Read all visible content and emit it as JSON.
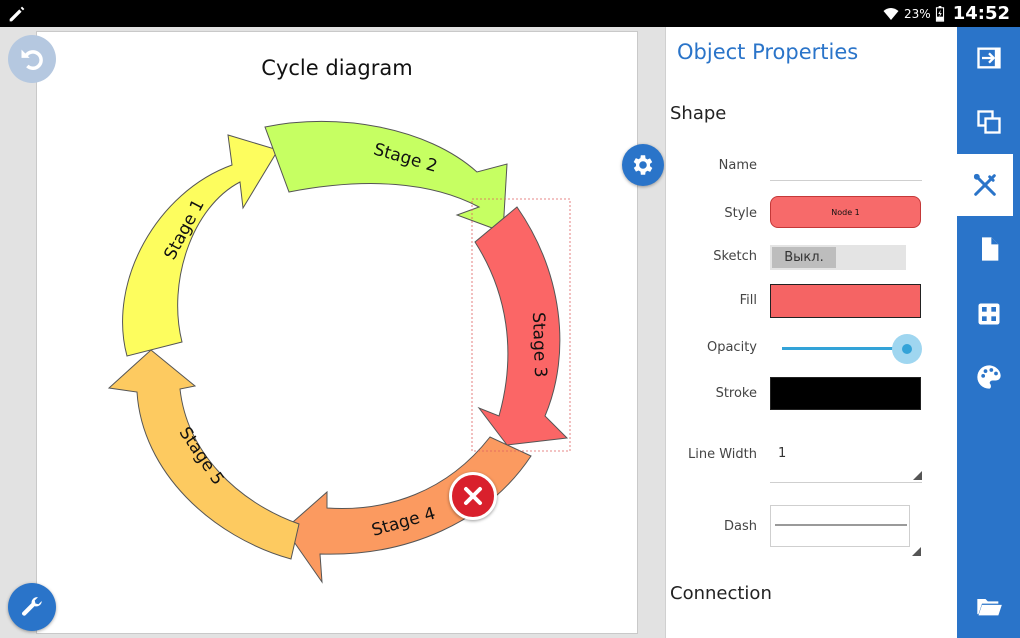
{
  "status_bar": {
    "battery_percent": "23%",
    "time": "14:52"
  },
  "diagram": {
    "title": "Cycle diagram",
    "stages": [
      {
        "label": "Stage 1",
        "color": "#fdfd5e"
      },
      {
        "label": "Stage 2",
        "color": "#c6ff62"
      },
      {
        "label": "Stage 3",
        "color": "#fb6666"
      },
      {
        "label": "Stage 4",
        "color": "#fb9a60"
      },
      {
        "label": "Stage 5",
        "color": "#fdca60"
      }
    ]
  },
  "panel": {
    "title": "Object Properties",
    "shape_section": "Shape",
    "connection_section": "Connection",
    "labels": {
      "name": "Name",
      "style": "Style",
      "sketch": "Sketch",
      "fill": "Fill",
      "opacity": "Opacity",
      "stroke": "Stroke",
      "line_width": "Line Width",
      "dash": "Dash"
    },
    "values": {
      "name": "",
      "style": "Node 1",
      "sketch": "Выкл.",
      "fill_color": "#f56464",
      "opacity": 1.0,
      "stroke_color": "#000000",
      "line_width": "1"
    }
  },
  "rail": {
    "buttons": [
      {
        "icon": "exit-to-app-icon"
      },
      {
        "icon": "copy-icon"
      },
      {
        "icon": "tools-icon",
        "active": true
      },
      {
        "icon": "document-icon"
      },
      {
        "icon": "layout-icon"
      },
      {
        "icon": "palette-icon"
      },
      {
        "icon": "folder-open-icon"
      }
    ]
  },
  "colors": {
    "accent": "#2a74c9",
    "delete": "#d9202c"
  }
}
